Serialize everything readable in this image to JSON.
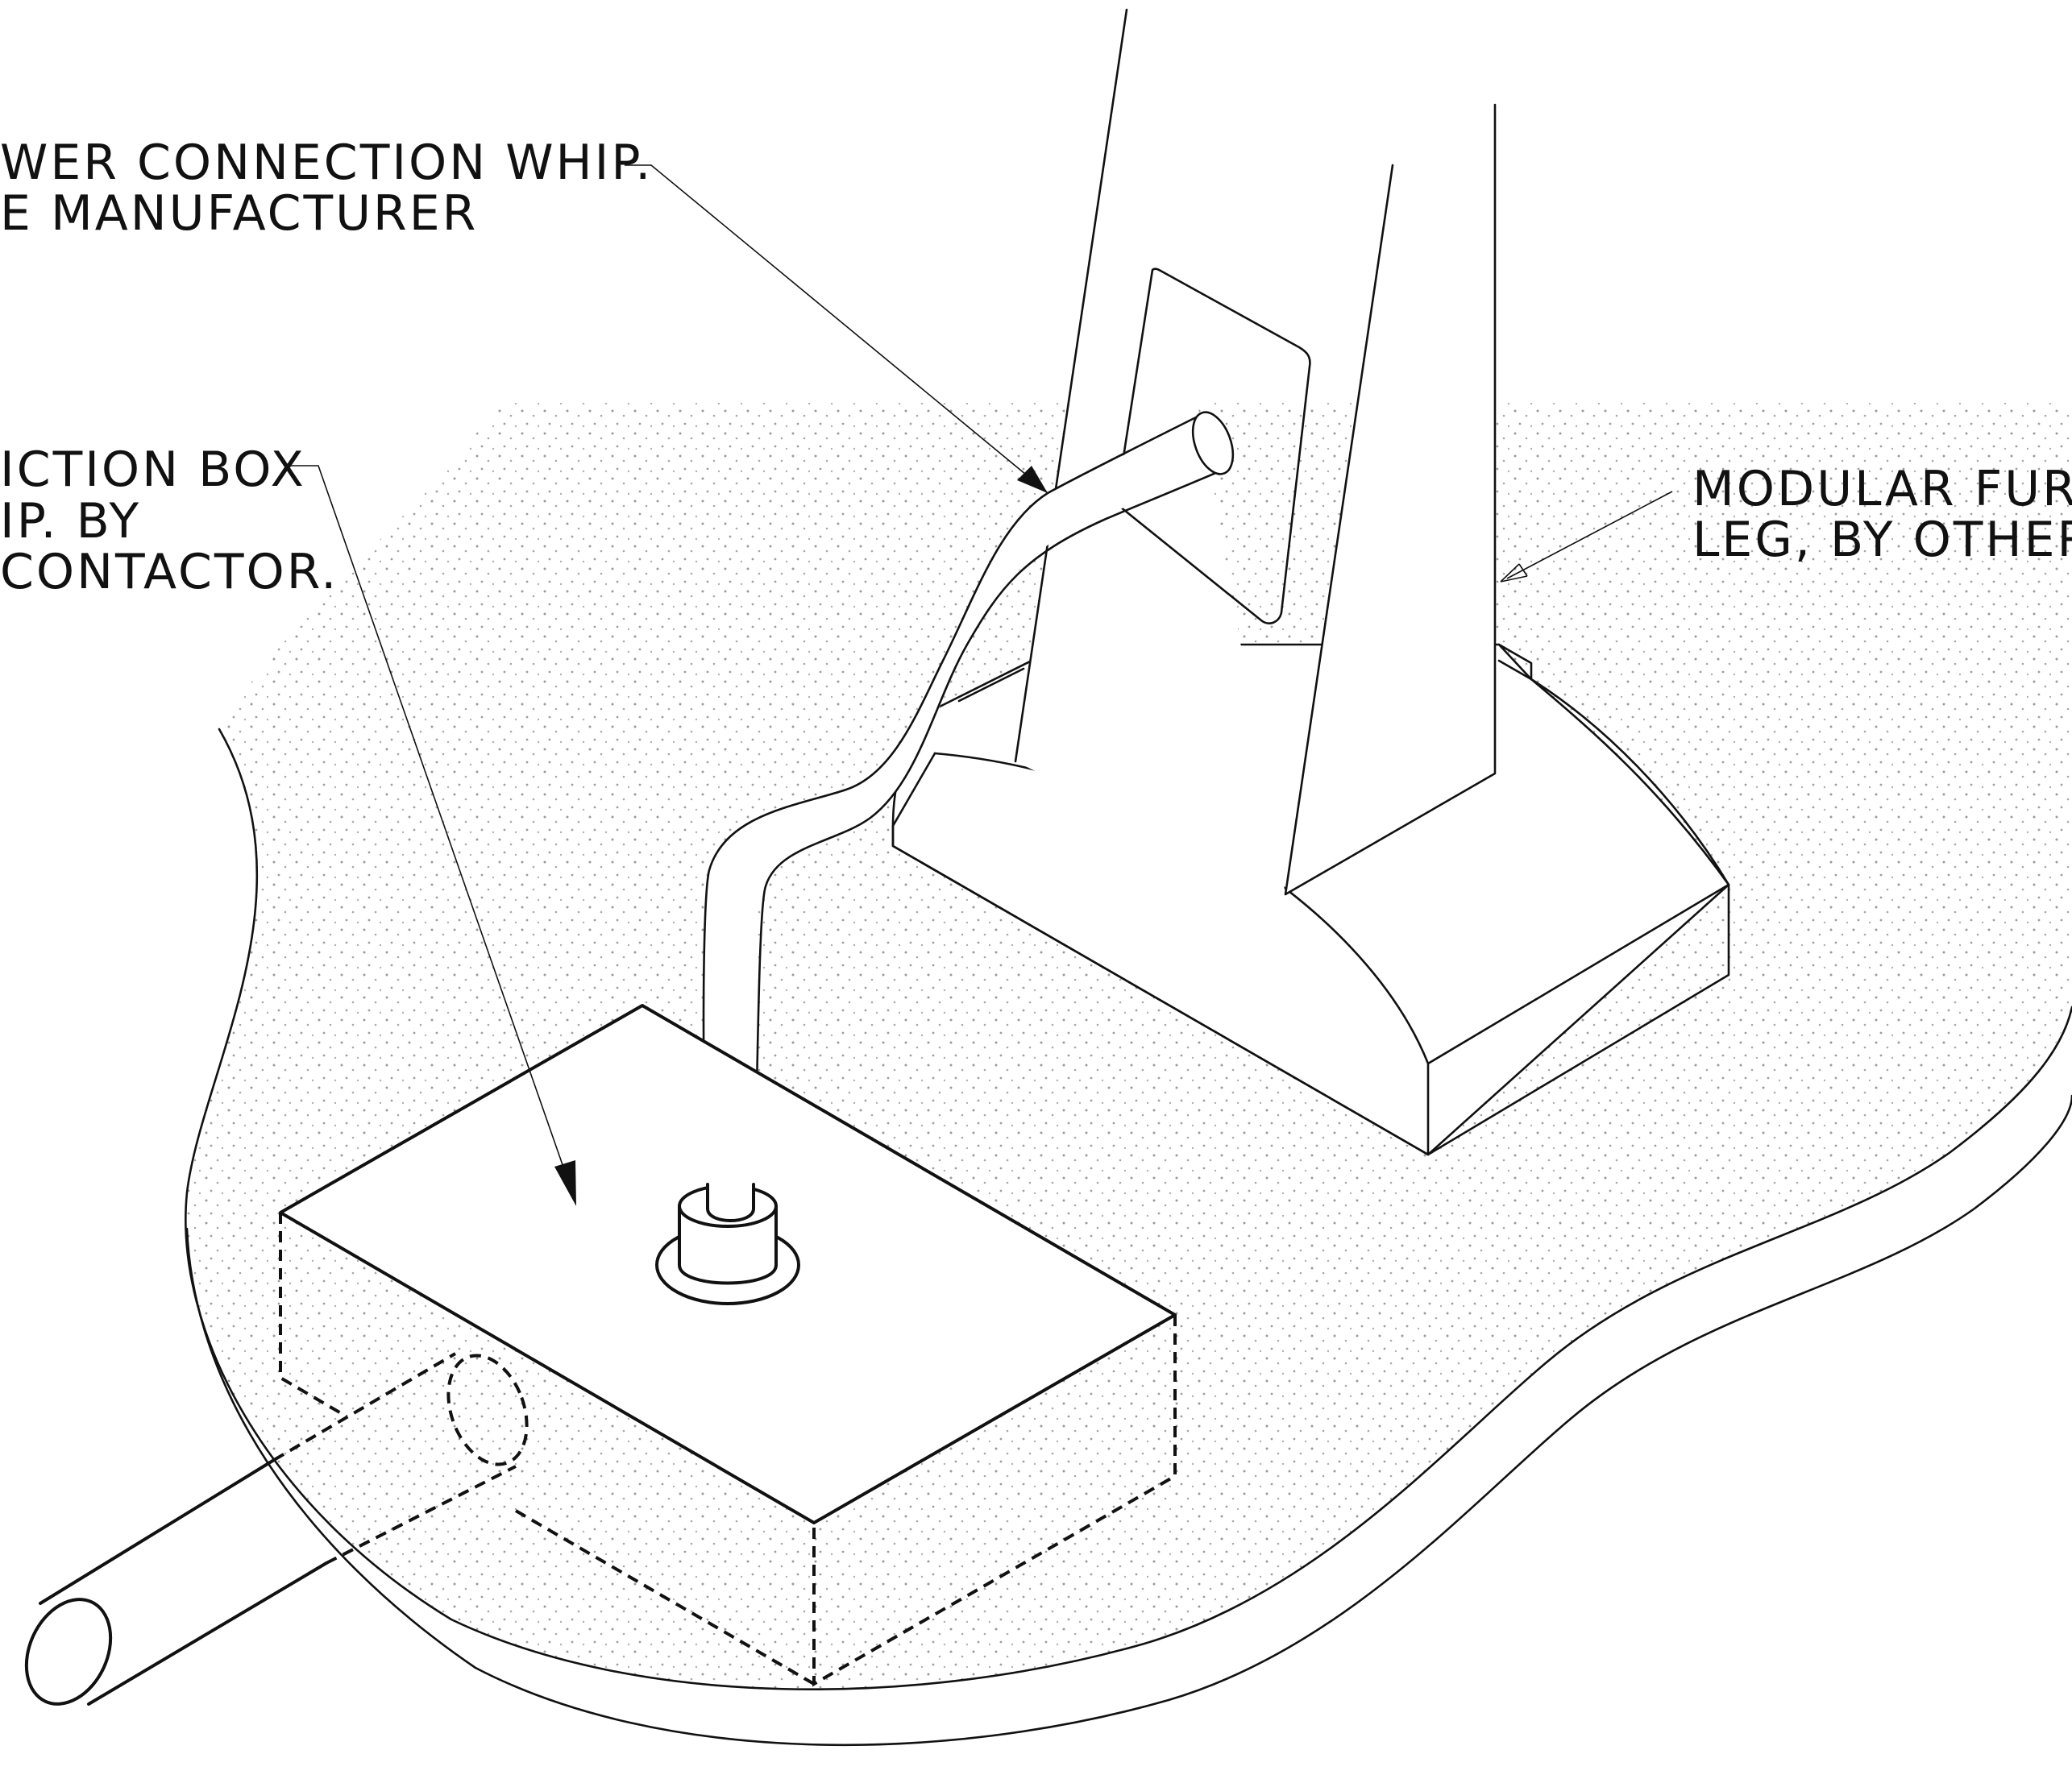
{
  "notes": {
    "power_whip": {
      "line1": "WER CONNECTION WHIP.",
      "line2": "E MANUFACTURER"
    },
    "junction_box": {
      "line1": "ICTION BOX",
      "line2": "IP. BY",
      "line3": "CONTACTOR."
    },
    "furniture_leg": {
      "line1": "MODULAR FURN",
      "line2": "LEG, BY OTHER"
    }
  }
}
